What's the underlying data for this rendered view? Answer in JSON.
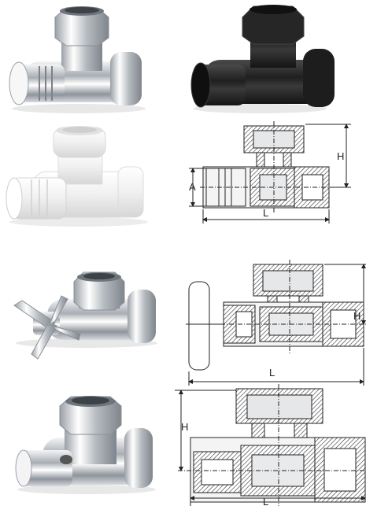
{
  "drawing_1": {
    "height_label": "H",
    "offset_label": "A",
    "length_label": "L"
  },
  "drawing_2": {
    "height_label": "H",
    "length_label": "L"
  },
  "drawing_3": {
    "height_label": "H",
    "length_label": "L"
  },
  "colors": {
    "chrome": "#c9cdd2",
    "black": "#2a2a2a",
    "white": "#f2f2f2",
    "section_fill": "#e2e4e6",
    "hatch": "#333333"
  }
}
